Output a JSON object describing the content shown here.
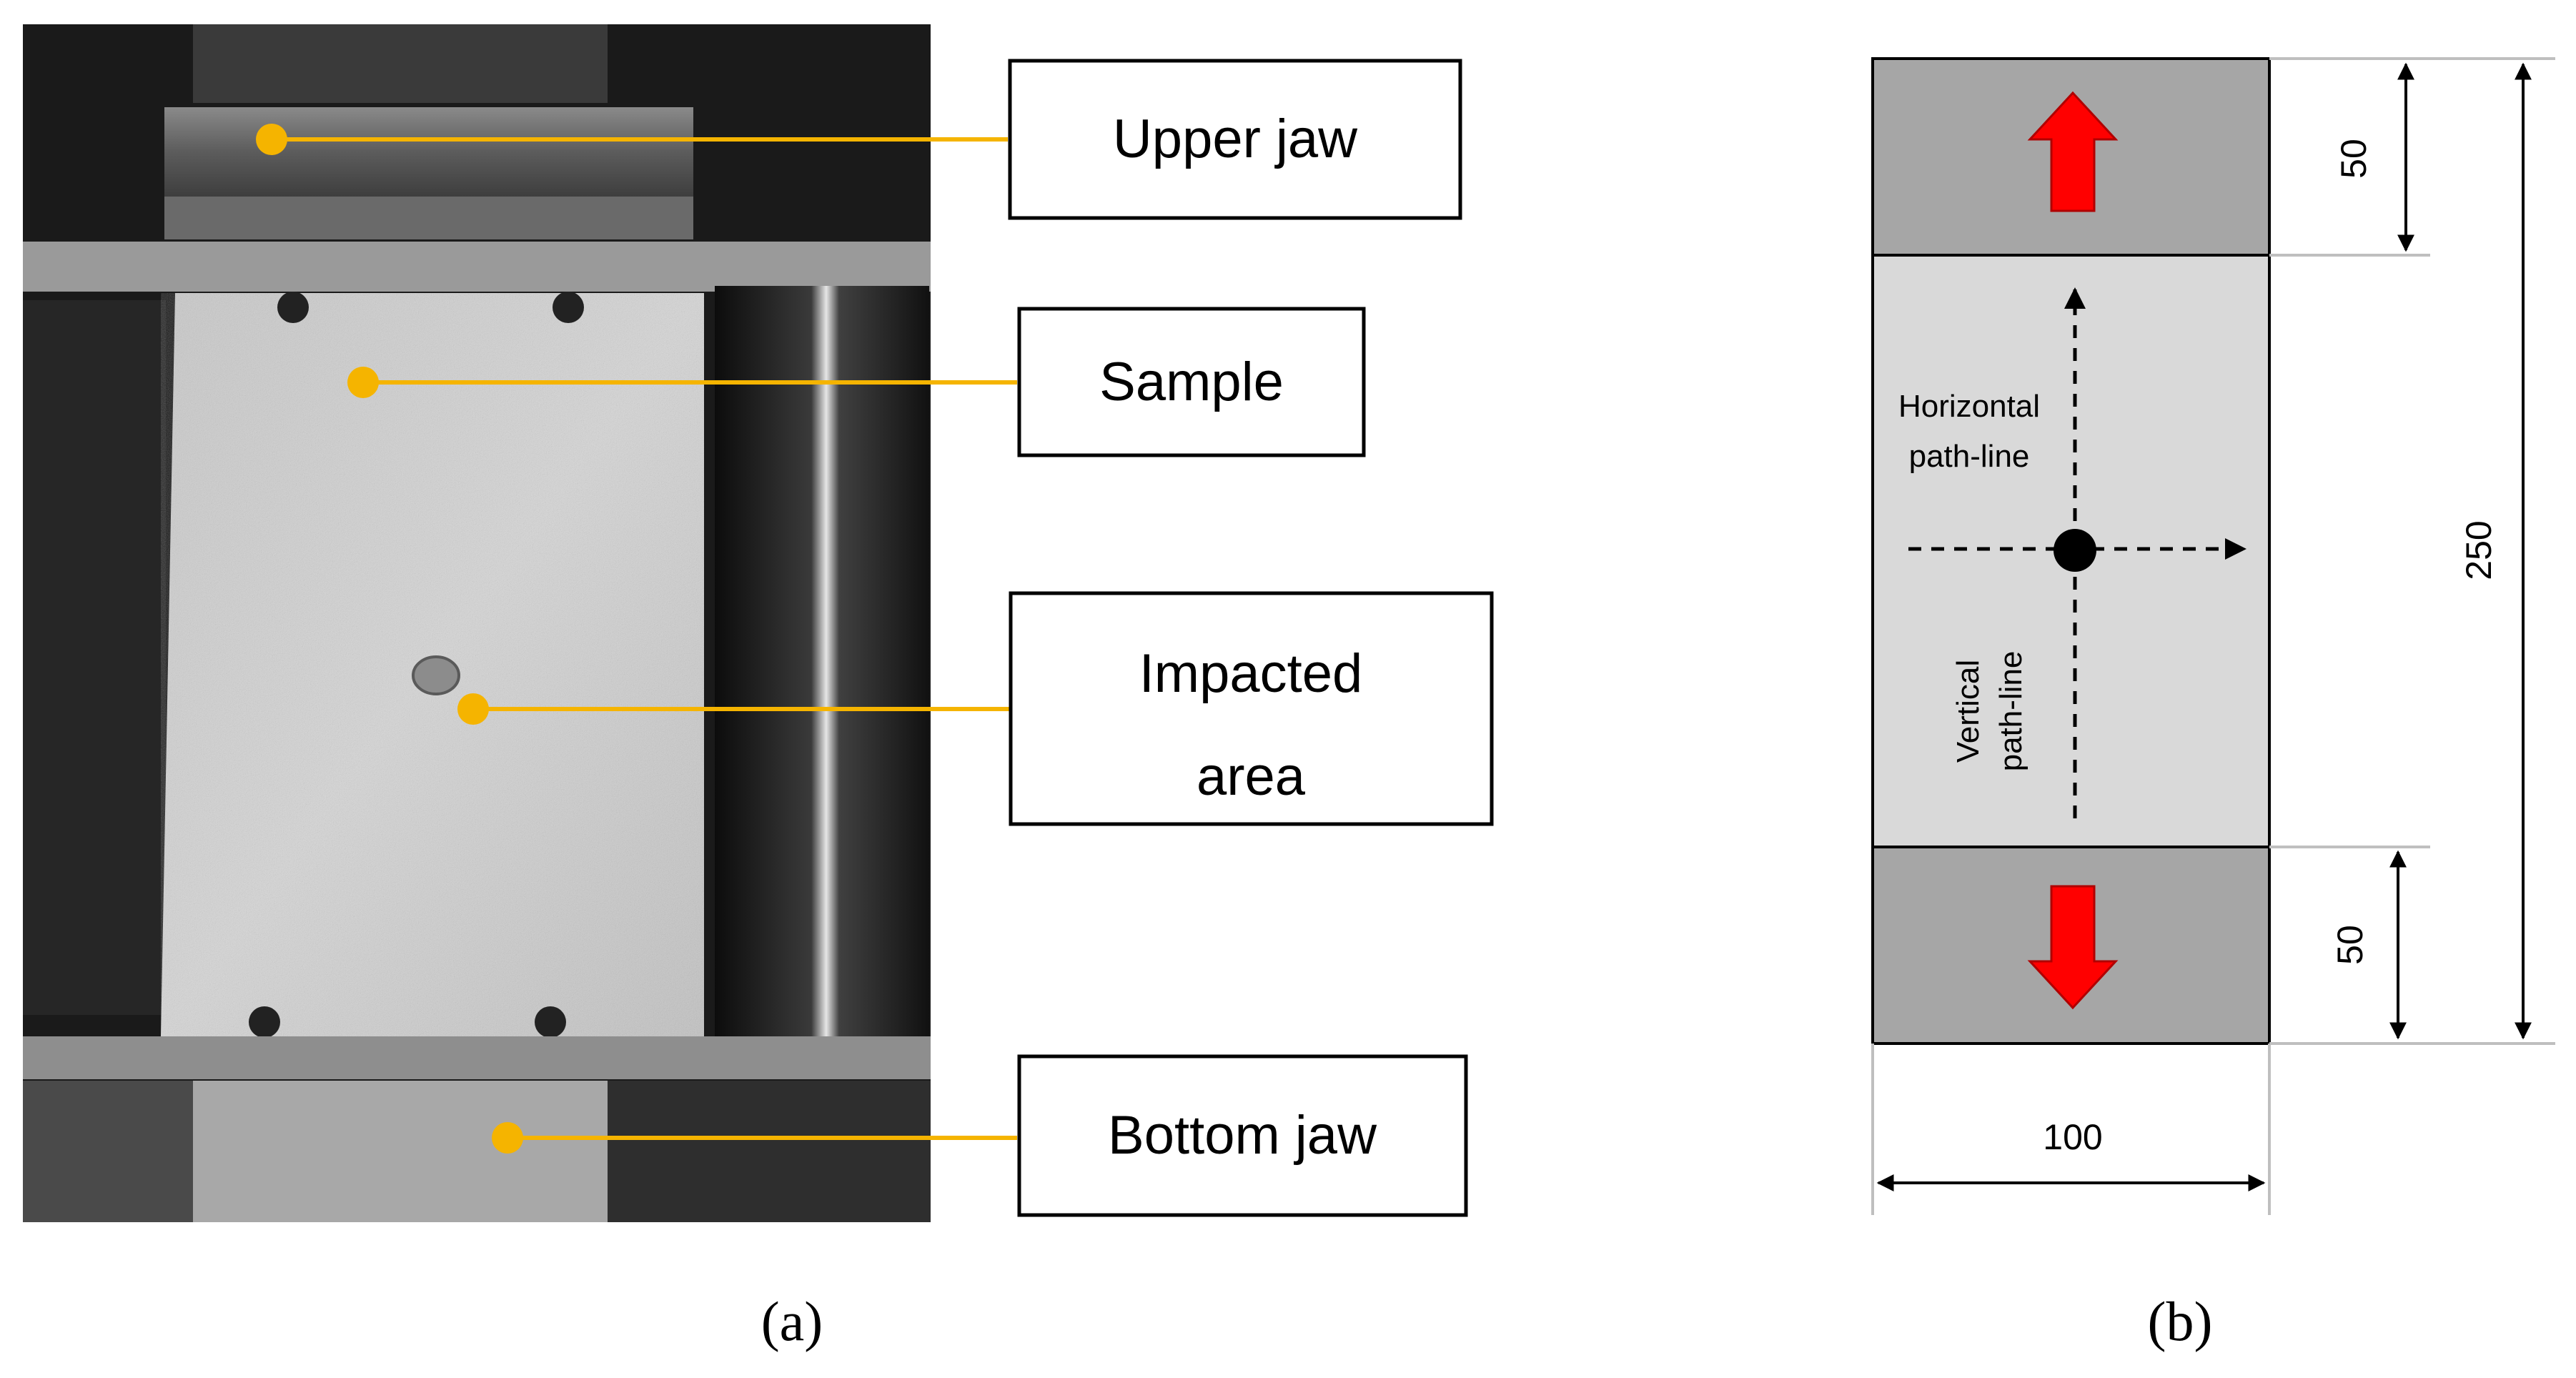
{
  "panel_a": {
    "callouts": {
      "upper_jaw": "Upper jaw",
      "sample": "Sample",
      "impacted_line1": "Impacted",
      "impacted_line2": "area",
      "bottom_jaw": "Bottom jaw"
    },
    "caption": "(a)",
    "leader_color": "#F5B400"
  },
  "panel_b": {
    "dimensions": {
      "grip_top": "50",
      "total_length": "250",
      "grip_bottom": "50",
      "width": "100"
    },
    "path_labels": {
      "horizontal_line1": "Horizontal",
      "horizontal_line2": "path-line",
      "vertical_line1": "Vertical",
      "vertical_line2": "path-line"
    },
    "caption": "(b)",
    "colors": {
      "grip": "#A6A6A6",
      "gauge": "#D9D9D9",
      "load_arrow": "#FF0000"
    }
  }
}
